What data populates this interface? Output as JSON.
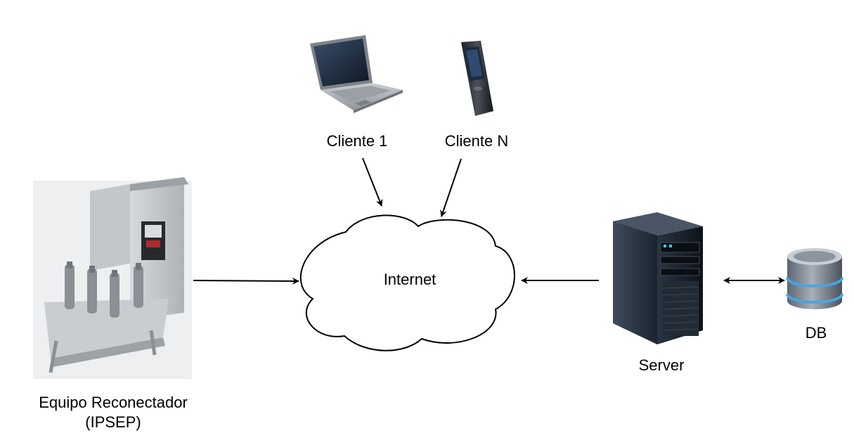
{
  "nodes": {
    "client1": {
      "label": "Cliente 1",
      "icon": "laptop-icon"
    },
    "clientN": {
      "label": "Cliente N",
      "icon": "phone-icon"
    },
    "internet": {
      "label": "Internet",
      "icon": "cloud-icon"
    },
    "recloser": {
      "label_line1": "Equipo Reconectador",
      "label_line2": "(IPSEP)",
      "icon": "recloser-equipment-icon"
    },
    "server": {
      "label": "Server",
      "icon": "server-tower-icon"
    },
    "db": {
      "label": "DB",
      "icon": "database-icon"
    }
  },
  "edges": [
    {
      "from": "client1",
      "to": "internet",
      "direction": "forward"
    },
    {
      "from": "clientN",
      "to": "internet",
      "direction": "forward"
    },
    {
      "from": "recloser",
      "to": "internet",
      "direction": "forward"
    },
    {
      "from": "server",
      "to": "internet",
      "direction": "forward"
    },
    {
      "from": "server",
      "to": "db",
      "direction": "both"
    }
  ],
  "colors": {
    "line": "#000000",
    "background": "#ffffff",
    "db_accent": "#4aa3df"
  }
}
